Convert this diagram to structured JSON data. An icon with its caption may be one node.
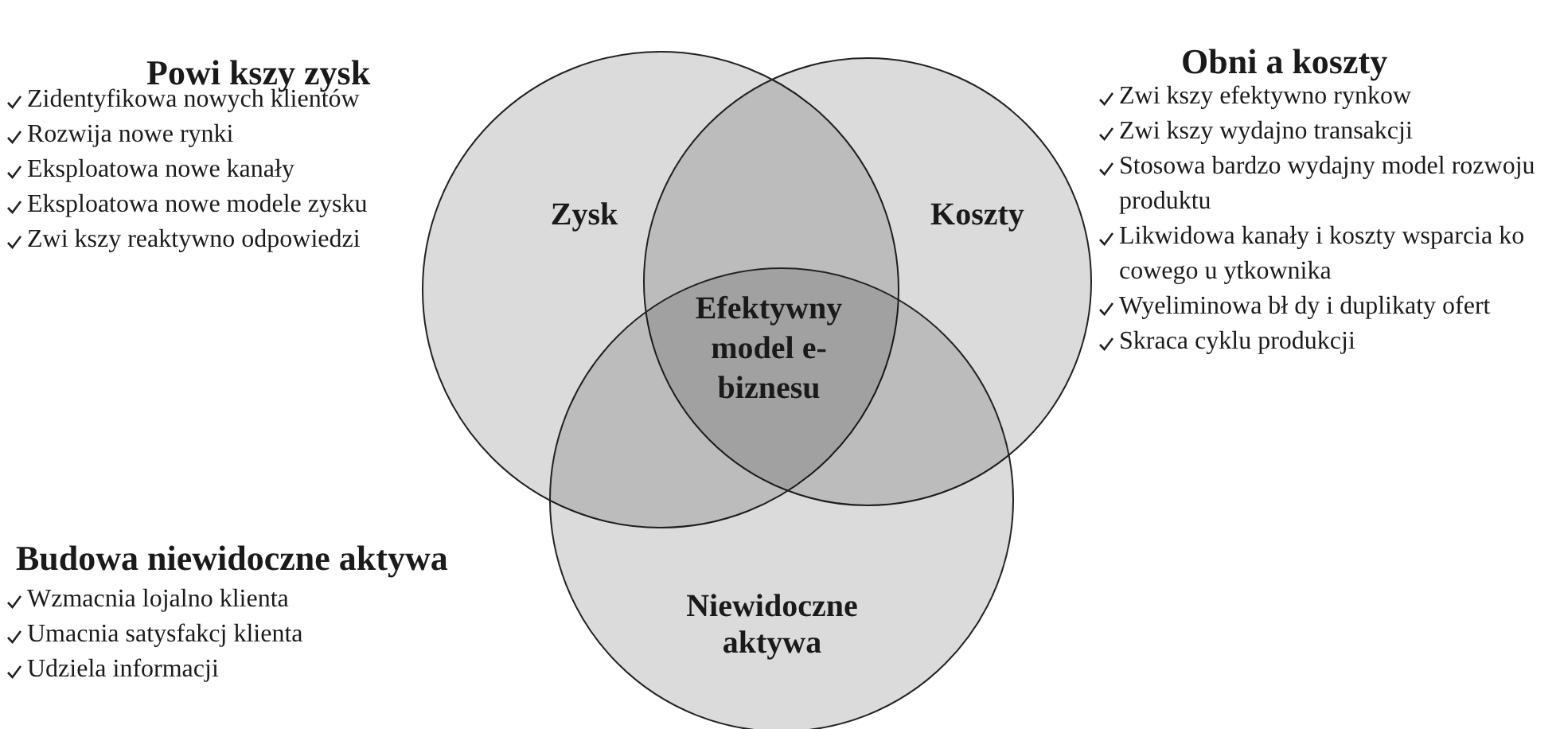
{
  "diagram": {
    "nodes": [
      {
        "text": [
          "Zysk"
        ]
      },
      {
        "text": [
          "Koszty"
        ]
      },
      {
        "text": [
          "Niewidoczne aktywa"
        ]
      }
    ],
    "labels": [
      "Powi kszy zysk",
      "Zidentyfikowa nowych klientów",
      "Rozwija nowe rynki",
      "Eksploatowa nowe kanały",
      "Eksploatowa nowe modele zysku",
      "Zwi kszy reaktywno odpowiedzi",
      "Obni a koszty",
      "Zwi kszy efektywno rynkow",
      "Zwi kszy wydajno transakcji",
      "Stosowa bardzo wydajny model rozwoju produktu",
      "Likwidowa kanały i koszty wsparcia ko cowego u ytkownika",
      "Wyeliminowa bł dy i duplikaty ofert",
      "Skraca cyklu produkcji",
      "Efektywny model e-biznesu",
      "Budowa niewidoczne aktywa",
      "Wzmacnia lojalno klienta",
      "Umacnia satysfakcj klienta",
      "Udziela informacji"
    ]
  }
}
